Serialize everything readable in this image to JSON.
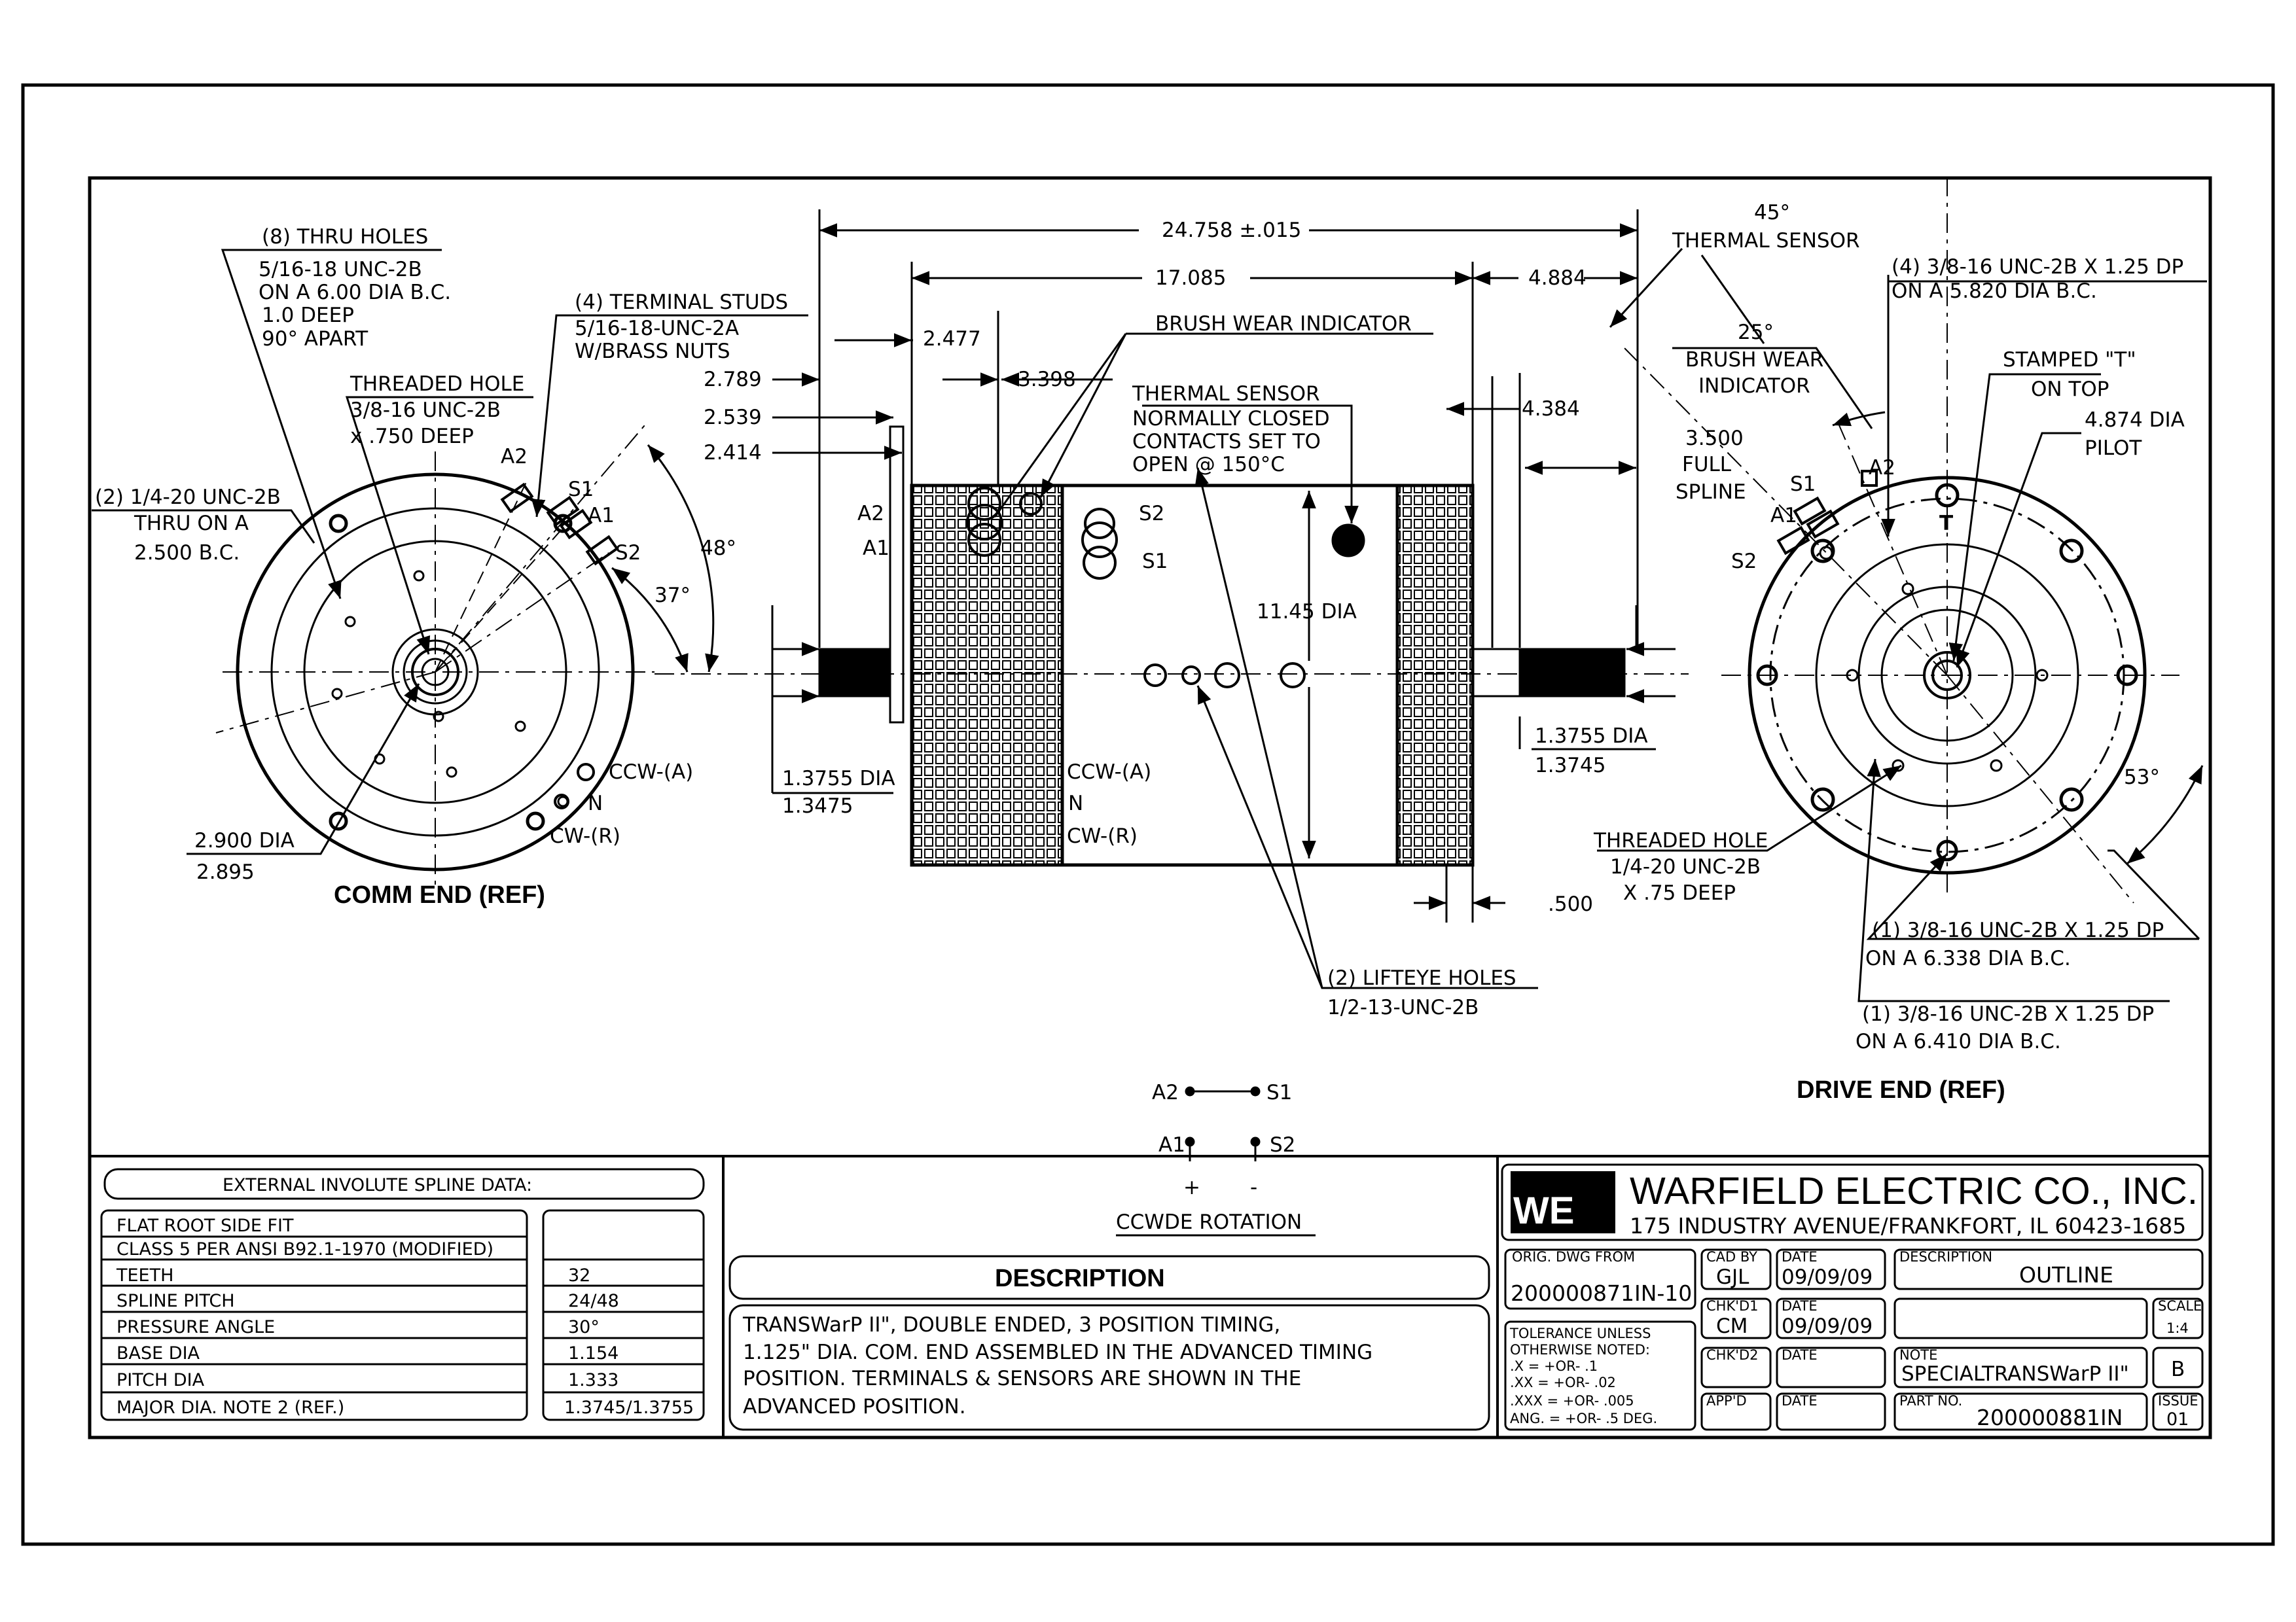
{
  "dimensions": {
    "overall_length": "24.758 ±.015",
    "body_length": "17.085",
    "drive_shaft_ext": "4.884",
    "d_2477": "2.477",
    "d_3398": "3.398",
    "d_2789": "2.789",
    "d_2539": "2.539",
    "d_2414": "2.414",
    "d_4384": "4.384",
    "full_spline_value": "3.500",
    "full_spline_a": "FULL",
    "full_spline_b": "SPLINE",
    "body_dia": "11.45 DIA",
    "shaft_dia_comm_a": "1.3755 DIA",
    "shaft_dia_comm_b": "1.3475",
    "shaft_dia_drive_a": "1.3755 DIA",
    "shaft_dia_drive_b": "1.3745",
    "d_500": ".500",
    "angle_48": "48°",
    "angle_37": "37°",
    "angle_53": "53°"
  },
  "comm_end": {
    "thru_holes_1": "(8) THRU HOLES",
    "thru_holes_2": "5/16-18 UNC-2B",
    "thru_holes_3": "ON A 6.00 DIA B.C.",
    "thru_holes_4": "1.0 DEEP",
    "thru_holes_5": "90° APART",
    "studs_1": "(4) TERMINAL STUDS",
    "studs_2": "5/16-18-UNC-2A",
    "studs_3": "W/BRASS NUTS",
    "thr_1": "THREADED HOLE",
    "thr_2": "3/8-16 UNC-2B",
    "thr_3": "x .750 DEEP",
    "unc_1": "(2) 1/4-20 UNC-2B",
    "unc_2": "THRU ON A",
    "unc_3": "2.500 B.C.",
    "pilot_1": "2.900 DIA",
    "pilot_2": "2.895",
    "ccw": "CCW-(A)",
    "n": "N",
    "cw": "CW-(R)",
    "title": "COMM END (REF)"
  },
  "terminals": {
    "a2": "A2",
    "a1": "A1",
    "s1": "S1",
    "s2": "S2"
  },
  "side_view": {
    "brush_wear": "BRUSH WEAR INDICATOR",
    "thermal_1": "THERMAL SENSOR",
    "thermal_2": "NORMALLY CLOSED",
    "thermal_3": "CONTACTS SET TO",
    "thermal_4": "OPEN @ 150°C",
    "ccw": "CCW-(A)",
    "n": "N",
    "cw": "CW-(R)",
    "lifteye_1": "(2) LIFTEYE HOLES",
    "lifteye_2": "1/2-13-UNC-2B",
    "thr_1": "THREADED HOLE",
    "thr_2": "1/4-20 UNC-2B",
    "thr_3": "X .75 DEEP"
  },
  "drive_end": {
    "thermal_angle": "45°",
    "thermal_label": "THERMAL SENSOR",
    "brush_angle": "25°",
    "brush_1": "BRUSH WEAR",
    "brush_2": "INDICATOR",
    "holes_top_1": "(4) 3/8-16 UNC-2B X 1.25 DP",
    "holes_top_2": "ON A 5.820 DIA B.C.",
    "stamped_1": "STAMPED \"T\"",
    "stamped_2": "ON TOP",
    "pilot_1": "4.874 DIA",
    "pilot_2": "PILOT",
    "t_mark": "T",
    "hole1_1": "(1) 3/8-16 UNC-2B X 1.25 DP",
    "hole1_2": "ON A 6.338 DIA B.C.",
    "hole2_1": "(1) 3/8-16 UNC-2B X 1.25 DP",
    "hole2_2": "ON A 6.410 DIA B.C.",
    "title": "DRIVE END (REF)"
  },
  "schematic": {
    "plus": "+",
    "minus": "-",
    "rotation": "CCWDE ROTATION"
  },
  "spline": {
    "header": "EXTERNAL INVOLUTE SPLINE DATA:",
    "row1": "FLAT ROOT SIDE FIT",
    "row2": "CLASS 5     PER ANSI B92.1-1970 (MODIFIED)",
    "rows": [
      {
        "label": "TEETH",
        "value": "32"
      },
      {
        "label": "SPLINE PITCH",
        "value": "24/48"
      },
      {
        "label": "PRESSURE ANGLE",
        "value": "30°"
      },
      {
        "label": "BASE DIA",
        "value": "1.154"
      },
      {
        "label": "PITCH DIA",
        "value": "1.333"
      },
      {
        "label": "MAJOR DIA. NOTE 2 (REF.)",
        "value": "1.3745/1.3755"
      }
    ]
  },
  "description": {
    "header": "DESCRIPTION",
    "line1": "TRANSWarP II\", DOUBLE ENDED, 3 POSITION TIMING,",
    "line2": "1.125\" DIA. COM. END ASSEMBLED IN THE ADVANCED TIMING",
    "line3": "POSITION. TERMINALS & SENSORS ARE SHOWN IN THE",
    "line4": "ADVANCED POSITION."
  },
  "title_block": {
    "company": "WARFIELD ELECTRIC CO., INC.",
    "address": "175 INDUSTRY AVENUE/FRANKFORT, IL 60423-1685",
    "orig_label": "ORIG. DWG FROM",
    "orig_value": "200000871IN-10",
    "cad_label": "CAD BY",
    "cad_value": "GJL",
    "date_label": "DATE",
    "date1": "09/09/09",
    "date2": "09/09/09",
    "desc_label": "DESCRIPTION",
    "desc_value": "OUTLINE",
    "chk1_label": "CHK'D1",
    "chk1_value": "CM",
    "scale_label": "SCALE",
    "scale_value": "1:4",
    "tol_1": "TOLERANCE UNLESS",
    "tol_2": "OTHERWISE NOTED:",
    "tol_3": ".X      = +OR- .1",
    "tol_4": ".XX     = +OR- .02",
    "tol_5": ".XXX   = +OR- .005",
    "tol_6": "ANG. = +OR- .5 DEG.",
    "chk2_label": "CHK'D2",
    "note_label": "NOTE",
    "note_value": "SPECIALTRANSWarP II\"",
    "note_rev": "B",
    "appd_label": "APP'D",
    "part_label": "PART NO.",
    "part_value": "200000881IN",
    "issue_label": "ISSUE",
    "issue_value": "01"
  }
}
